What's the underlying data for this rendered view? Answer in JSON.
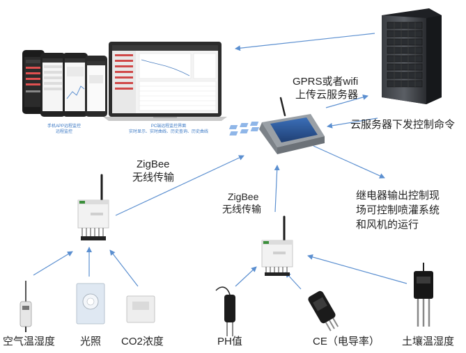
{
  "cloud": {
    "upload_line1": "GPRS或者wifi",
    "upload_line2": "上传云服务器",
    "command": "云服务器下发控制命令"
  },
  "phone_caption": {
    "line1": "手机APP远程监控",
    "line2": "远程监控"
  },
  "pc_caption": {
    "line1": "PC端远程监控界面",
    "line2": "实时显示、实时曲线、历史查询、历史曲线"
  },
  "zigbee_left": {
    "line1": "ZigBee",
    "line2": "无线传输"
  },
  "zigbee_mid": {
    "line1": "ZigBee",
    "line2": "无线传输"
  },
  "relay": {
    "line1": "继电器输出控制现",
    "line2": "场可控制喷灌系统",
    "line3": "和风机的运行"
  },
  "sensors": {
    "air": "空气温湿度",
    "light": "光照",
    "co2": "CO2浓度",
    "ph": "PH值",
    "ce": "CE（电导率）",
    "soil": "土壤温湿度"
  },
  "colors": {
    "arrow": "#5b8fd0",
    "caption": "#3a78c4"
  }
}
